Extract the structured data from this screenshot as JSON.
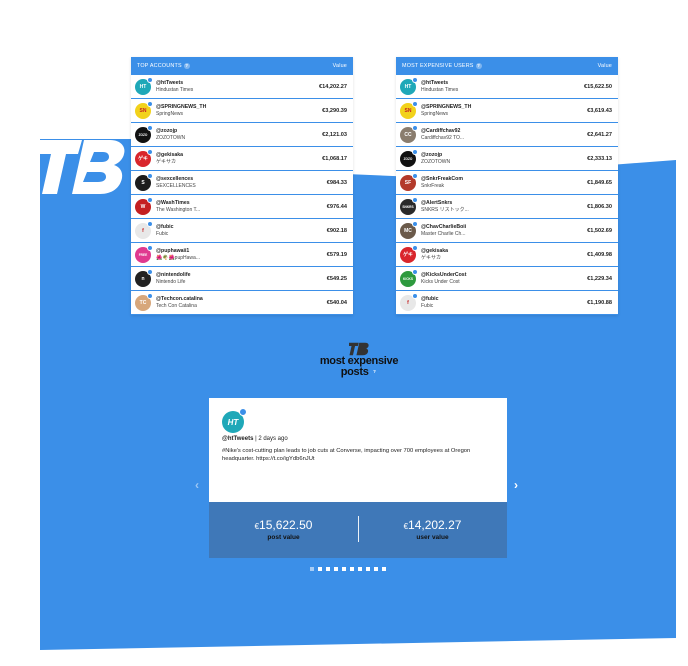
{
  "brand": {
    "accent": "#3b8fe8",
    "dark_accent": "#3f78b8"
  },
  "top_accounts": {
    "title": "TOP ACCOUNTS",
    "value_label": "Value",
    "rows": [
      {
        "handle": "@htTweets",
        "name": "Hindustan Times",
        "value": "€14,202.27",
        "avatar_text": "HT",
        "avatar_color": "#1fa8b8"
      },
      {
        "handle": "@SPRINGNEWS_TH",
        "name": "SpringNews",
        "value": "€3,290.39",
        "avatar_text": "SN",
        "avatar_color": "#f2d21b"
      },
      {
        "handle": "@zozojp",
        "name": "ZOZOTOWN",
        "value": "€2,121.03",
        "avatar_text": "ZOZO",
        "avatar_color": "#111111"
      },
      {
        "handle": "@gekisaka",
        "name": "ゲキサカ",
        "value": "€1,068.17",
        "avatar_text": "ゲキ",
        "avatar_color": "#d9262c"
      },
      {
        "handle": "@sexcellences",
        "name": "SEXCELLENCES",
        "value": "€984.33",
        "avatar_text": "S",
        "avatar_color": "#1c1c1c"
      },
      {
        "handle": "@WashTimes",
        "name": "The Washington T...",
        "value": "€976.44",
        "avatar_text": "W",
        "avatar_color": "#c42021"
      },
      {
        "handle": "@fubic",
        "name": "Fubic",
        "value": "€902.18",
        "avatar_text": "f",
        "avatar_color": "#e8e8e8"
      },
      {
        "handle": "@puphawaii1",
        "name": "🌺🌴🌺pupHawa...",
        "value": "€579.19",
        "avatar_text": "FREE",
        "avatar_color": "#e03a8f"
      },
      {
        "handle": "@nintendolife",
        "name": "Nintendo Life",
        "value": "€549.25",
        "avatar_text": "n",
        "avatar_color": "#222222"
      },
      {
        "handle": "@Techcon.catalina",
        "name": "Tech Con Catalina",
        "value": "€540.04",
        "avatar_text": "TC",
        "avatar_color": "#d7a77b"
      }
    ]
  },
  "most_expensive_users": {
    "title": "MOST EXPENSIVE USERS",
    "value_label": "Value",
    "rows": [
      {
        "handle": "@htTweets",
        "name": "Hindustan Times",
        "value": "€15,622.50",
        "avatar_text": "HT",
        "avatar_color": "#1fa8b8"
      },
      {
        "handle": "@SPRINGNEWS_TH",
        "name": "SpringNews",
        "value": "€3,619.43",
        "avatar_text": "SN",
        "avatar_color": "#f2d21b"
      },
      {
        "handle": "@Cardiffchav92",
        "name": "Cardiffchav92 TO...",
        "value": "€2,641.27",
        "avatar_text": "CC",
        "avatar_color": "#8a7d6e"
      },
      {
        "handle": "@zozojp",
        "name": "ZOZOTOWN",
        "value": "€2,333.13",
        "avatar_text": "ZOZO",
        "avatar_color": "#111111"
      },
      {
        "handle": "@SnkrFreakCom",
        "name": "SnkrFreak",
        "value": "€1,849.65",
        "avatar_text": "SF",
        "avatar_color": "#b33a2b"
      },
      {
        "handle": "@AlertSnkrs",
        "name": "SNKRS リストック...",
        "value": "€1,806.30",
        "avatar_text": "SNKRS",
        "avatar_color": "#2a2a2a"
      },
      {
        "handle": "@ChavCharlieBoii",
        "name": "Master Charlie Ch...",
        "value": "€1,502.69",
        "avatar_text": "MC",
        "avatar_color": "#6b5a4a"
      },
      {
        "handle": "@gekisaka",
        "name": "ゲキサカ",
        "value": "€1,409.98",
        "avatar_text": "ゲキ",
        "avatar_color": "#d9262c"
      },
      {
        "handle": "@KicksUnderCost",
        "name": "Kicks Under Cost",
        "value": "€1,229.34",
        "avatar_text": "KICKS",
        "avatar_color": "#2e9a3e"
      },
      {
        "handle": "@fubic",
        "name": "Fubic",
        "value": "€1,190.88",
        "avatar_text": "f",
        "avatar_color": "#e8e8e8"
      }
    ]
  },
  "posts_section": {
    "title_line1": "most expensive",
    "title_line2": "posts",
    "post": {
      "avatar_text": "HT",
      "handle": "@htTweets",
      "time": " | 2 days ago",
      "text": "#Nike's cost-cutting plan leads to job cuts at Converse, impacting over 700 employees at Oregon headquarter. https://t.co/igYdb6nJUt",
      "post_value_currency": "€",
      "post_value": "15,622.50",
      "post_value_label": "post value",
      "user_value_currency": "€",
      "user_value": "14,202.27",
      "user_value_label": "user value"
    },
    "prev_label": "‹",
    "next_label": "›",
    "dot_count": 10,
    "active_dot": 0
  }
}
